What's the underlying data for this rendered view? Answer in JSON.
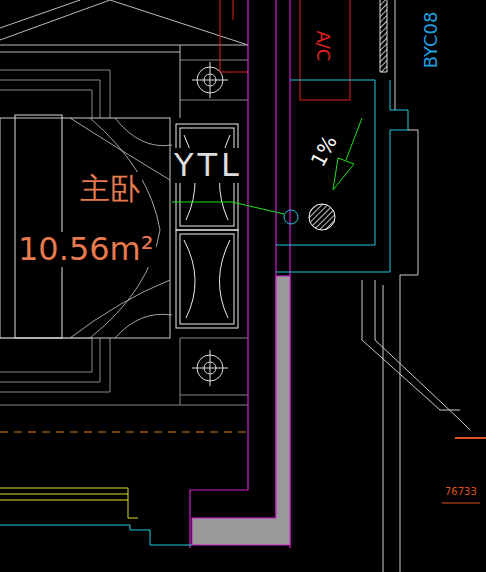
{
  "diagram": {
    "labels": [
      "主卧",
      "10.56m²",
      "YTL",
      "1%",
      "A/C",
      "BYC08",
      "76733"
    ]
  }
}
